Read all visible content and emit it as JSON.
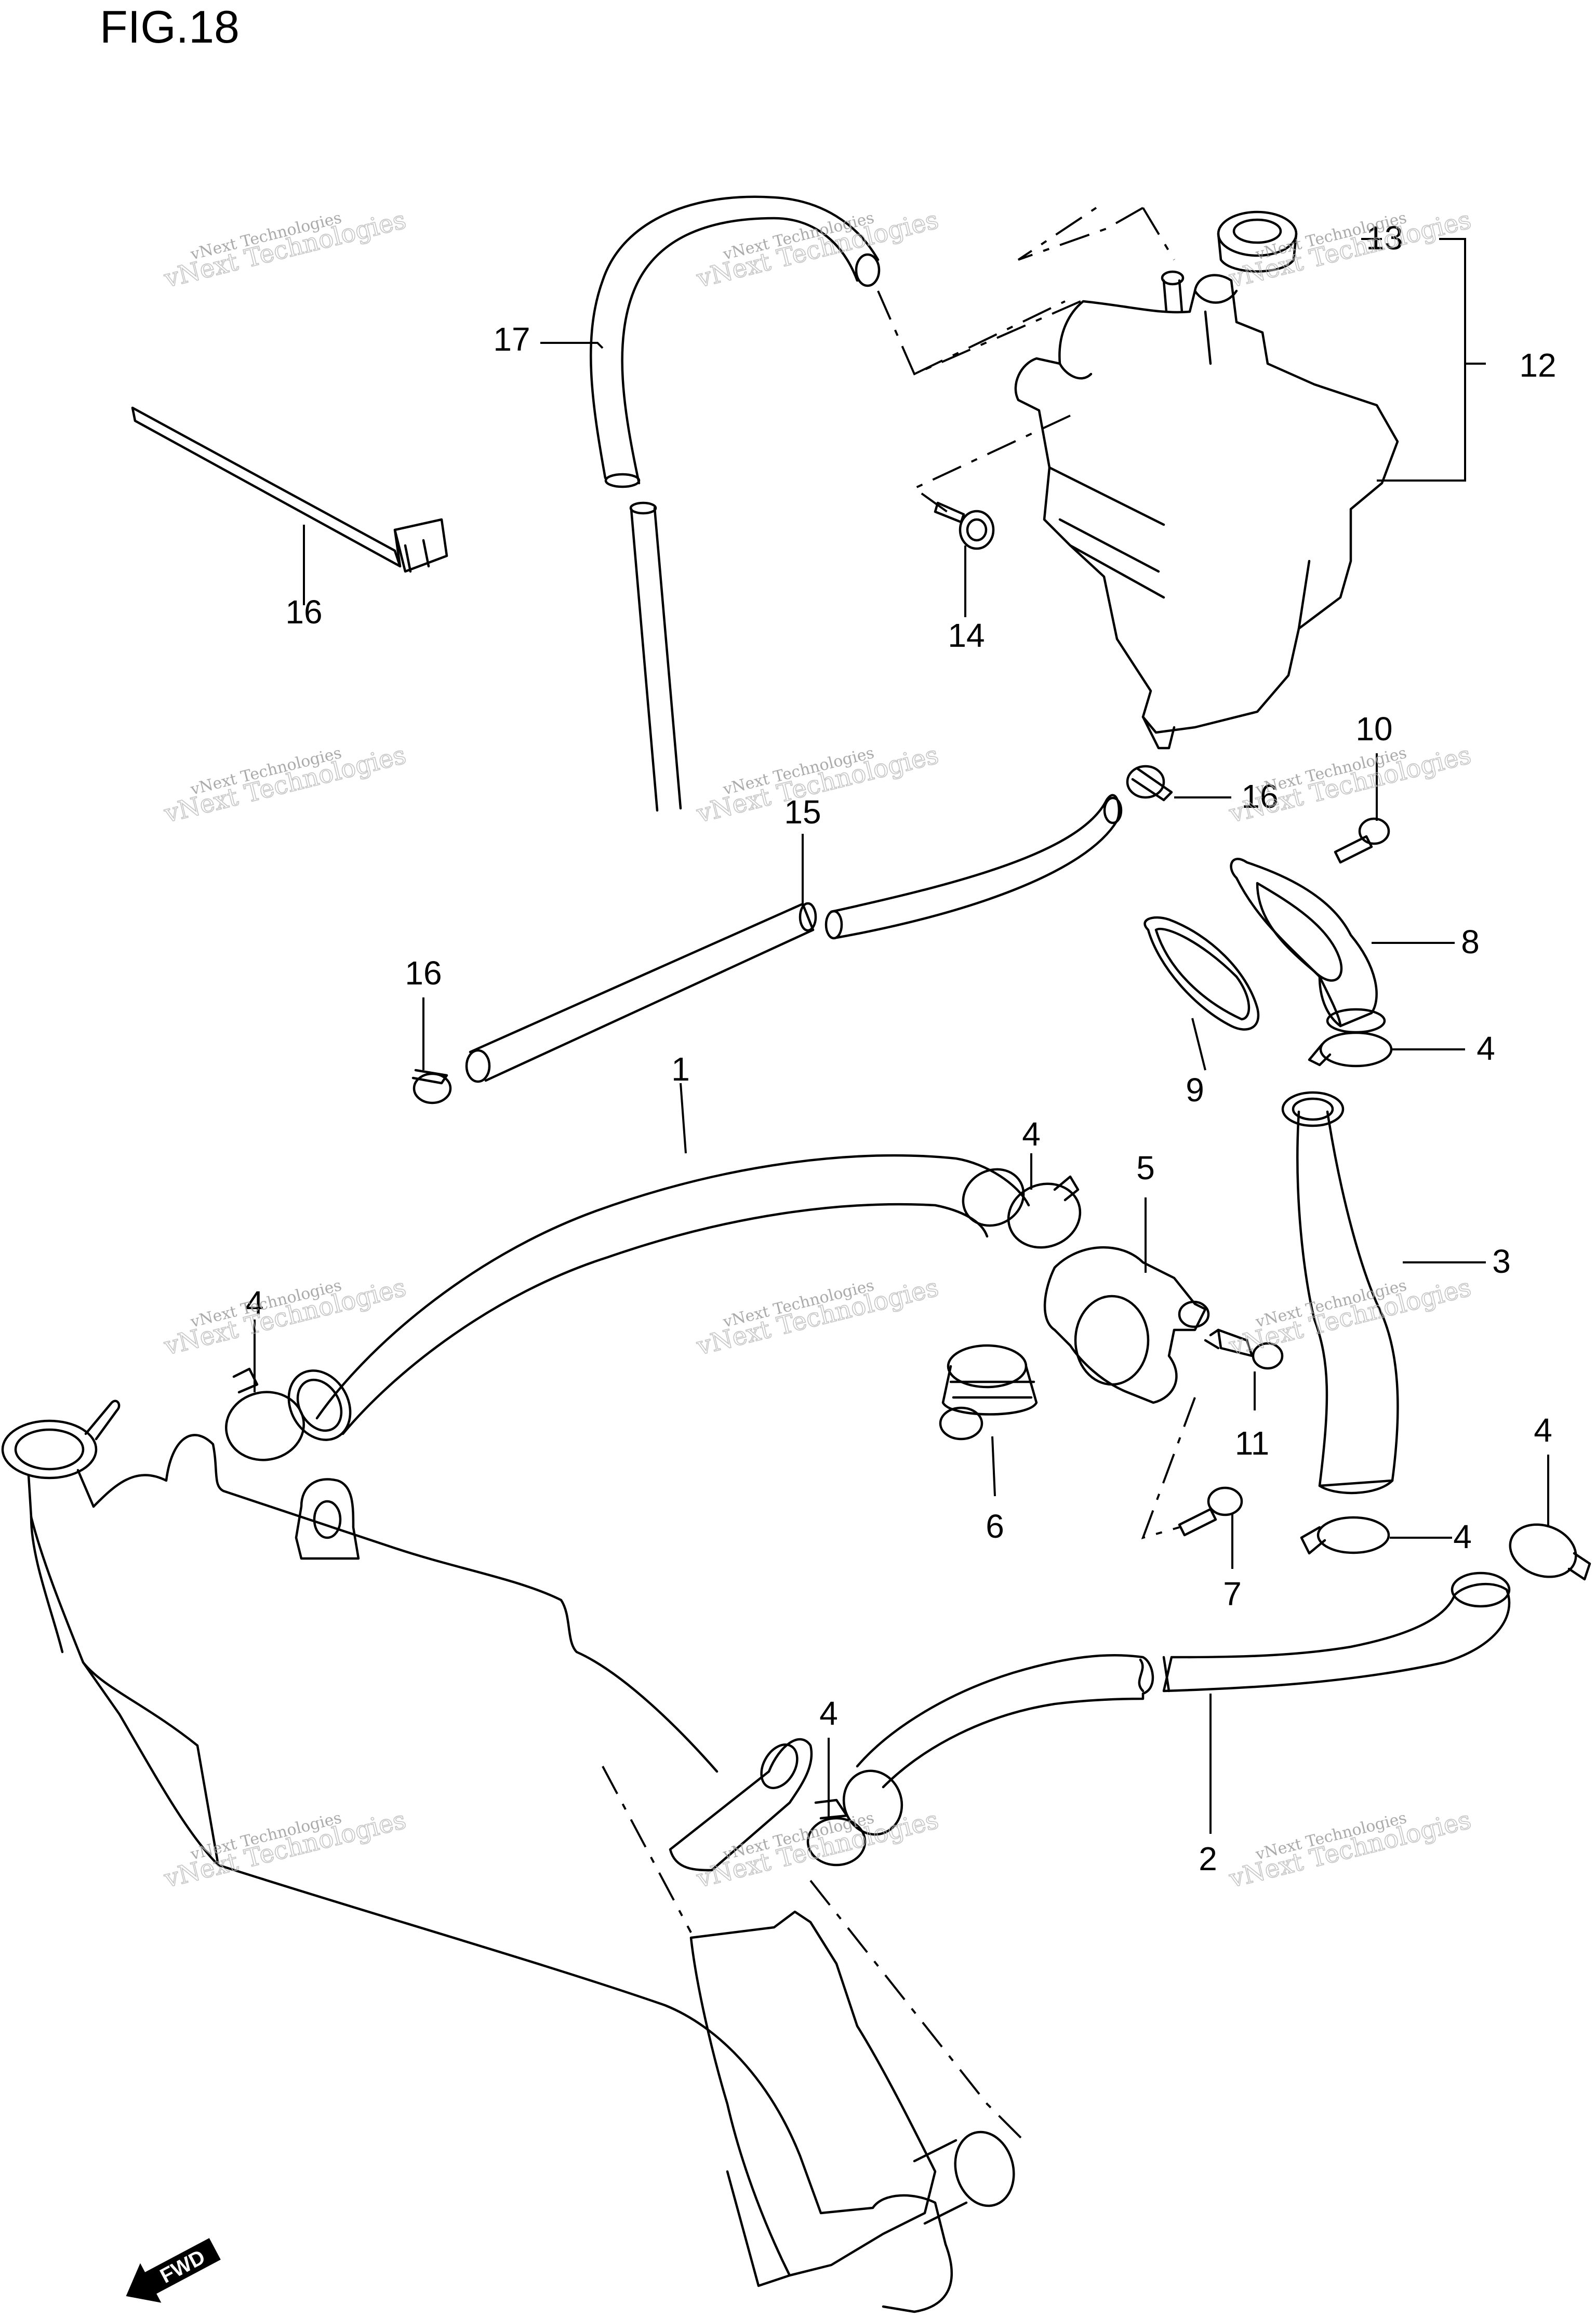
{
  "figure": {
    "title": "FIG.18"
  },
  "callouts": [
    {
      "id": "c1",
      "label": "1"
    },
    {
      "id": "c2",
      "label": "2"
    },
    {
      "id": "c3",
      "label": "3"
    },
    {
      "id": "c4a",
      "label": "4"
    },
    {
      "id": "c4b",
      "label": "4"
    },
    {
      "id": "c4c",
      "label": "4"
    },
    {
      "id": "c4d",
      "label": "4"
    },
    {
      "id": "c4e",
      "label": "4"
    },
    {
      "id": "c4f",
      "label": "4"
    },
    {
      "id": "c5",
      "label": "5"
    },
    {
      "id": "c6",
      "label": "6"
    },
    {
      "id": "c7",
      "label": "7"
    },
    {
      "id": "c8",
      "label": "8"
    },
    {
      "id": "c9",
      "label": "9"
    },
    {
      "id": "c10",
      "label": "10"
    },
    {
      "id": "c11",
      "label": "11"
    },
    {
      "id": "c12",
      "label": "12"
    },
    {
      "id": "c13",
      "label": "13"
    },
    {
      "id": "c14",
      "label": "14"
    },
    {
      "id": "c15",
      "label": "15"
    },
    {
      "id": "c16a",
      "label": "16"
    },
    {
      "id": "c16b",
      "label": "16"
    },
    {
      "id": "c16c",
      "label": "16"
    },
    {
      "id": "c17",
      "label": "17"
    }
  ],
  "watermark": {
    "line1": "vNext Technologies",
    "line2": "vNext Technologies"
  },
  "fwd_badge": {
    "label": "FWD"
  },
  "colors": {
    "ink": "#000000",
    "paper": "#ffffff",
    "watermark": "#9a9a9a"
  }
}
